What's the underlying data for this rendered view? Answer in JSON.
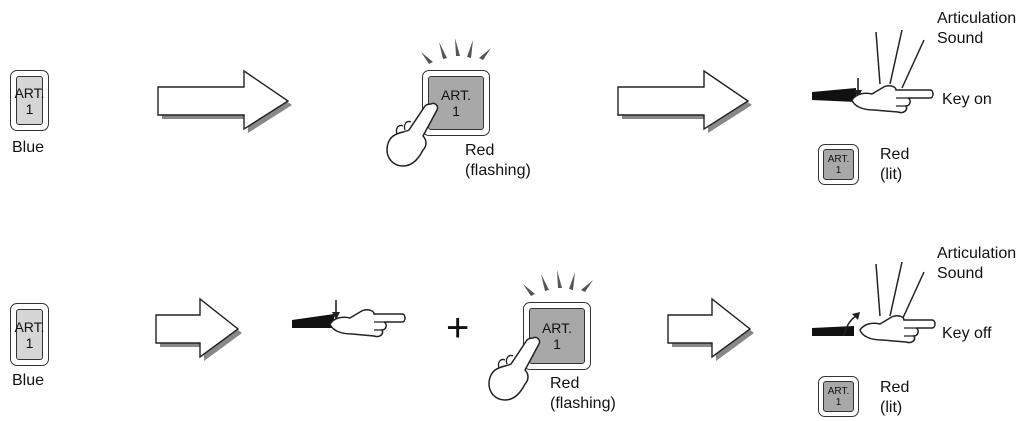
{
  "button": {
    "line1": "ART.",
    "line2": "1"
  },
  "row1": {
    "state1": "Blue",
    "state2": [
      "Red",
      "(flashing)"
    ],
    "sound": [
      "Articulation",
      "Sound"
    ],
    "key_action": "Key on",
    "state3": [
      "Red",
      "(lit)"
    ]
  },
  "row2": {
    "state1": "Blue",
    "plus": "+",
    "state2": [
      "Red",
      "(flashing)"
    ],
    "sound": [
      "Articulation",
      "Sound"
    ],
    "key_action": "Key off",
    "state3": [
      "Red",
      "(lit)"
    ]
  }
}
